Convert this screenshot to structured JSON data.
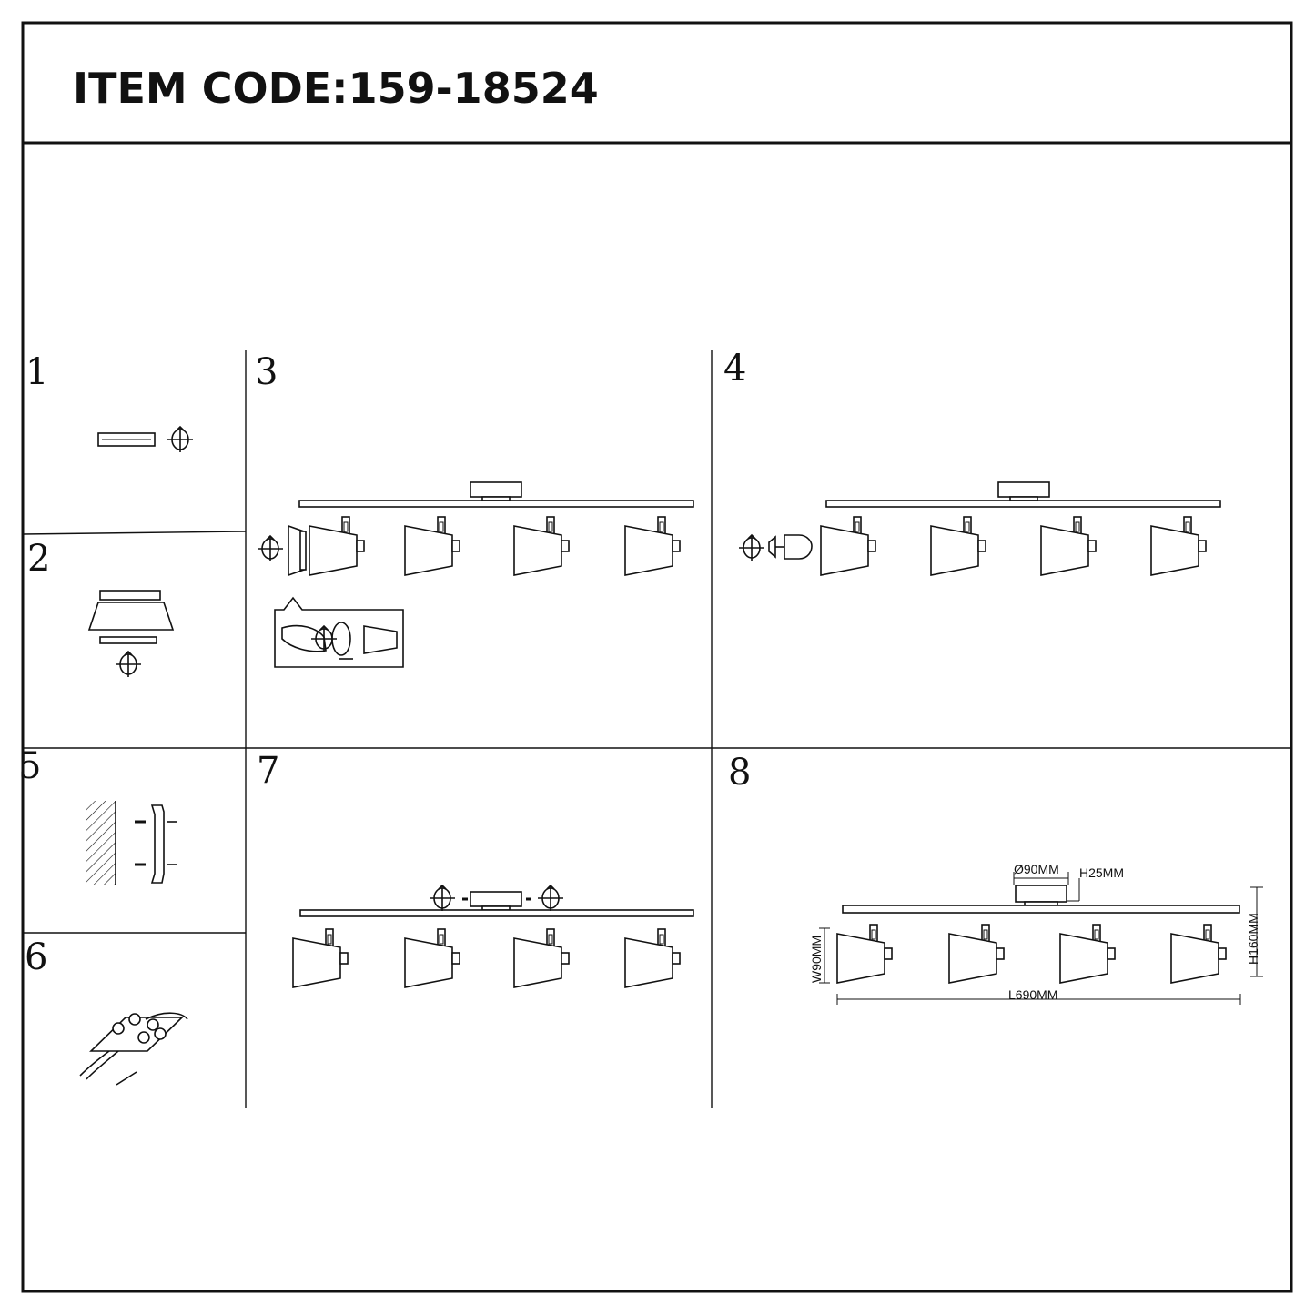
{
  "header": {
    "item_code": "ITEM CODE:159-18524"
  },
  "steps": {
    "s1": "1",
    "s2": "2",
    "s3": "3",
    "s4": "4",
    "s5": "5",
    "s6": "6",
    "s7": "7",
    "s8": "8"
  },
  "dimensions": {
    "diameter": "Ø90MM",
    "canopy_height": "H25MM",
    "total_height": "H160MM",
    "width": "W90MM",
    "length": "L690MM"
  }
}
